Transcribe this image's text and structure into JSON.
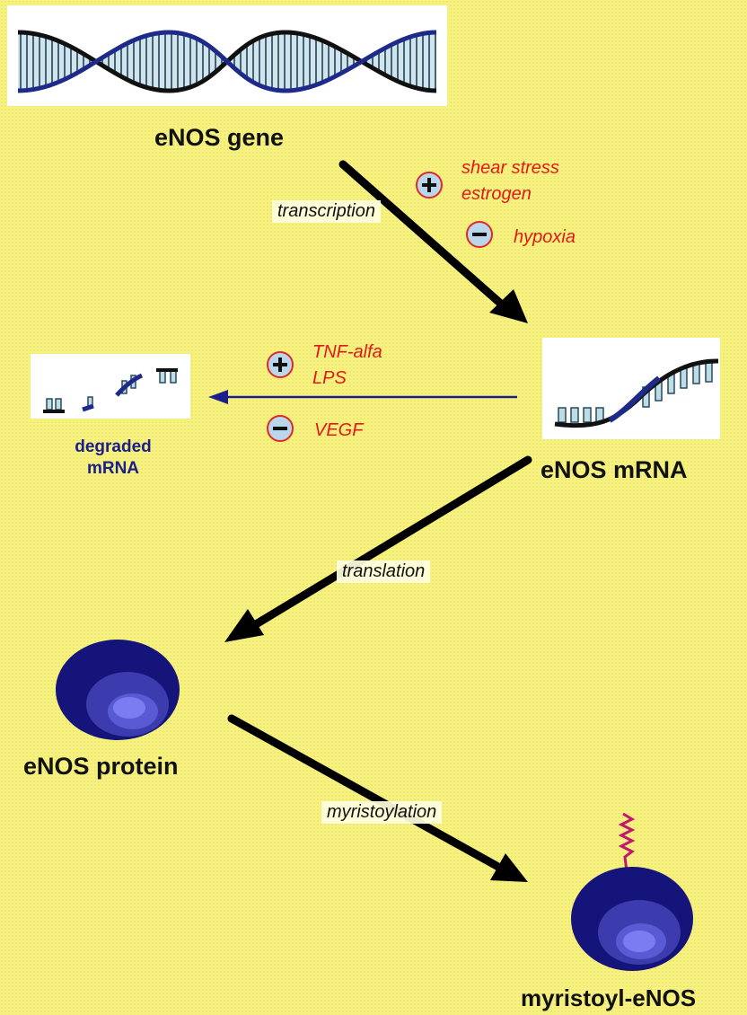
{
  "nodes": {
    "gene": {
      "label": "eNOS gene"
    },
    "mrna": {
      "label": "eNOS mRNA"
    },
    "degraded": {
      "label_line1": "degraded",
      "label_line2": "mRNA"
    },
    "protein": {
      "label": "eNOS protein"
    },
    "myristoyl": {
      "label": "myristoyl-eNOS"
    }
  },
  "processes": {
    "transcription": "transcription",
    "translation": "translation",
    "myristoylation": "myristoylation"
  },
  "regulators": {
    "transcription_up": [
      "shear stress",
      "estrogen"
    ],
    "transcription_down": [
      "hypoxia"
    ],
    "degradation_up": [
      "TNF-alfa",
      "LPS"
    ],
    "degradation_down": [
      "VEGF"
    ]
  },
  "colors": {
    "background": "#f7f17e",
    "arrow_main": "#000000",
    "arrow_degradation": "#1a1f8c",
    "regulator_text": "#e01a1a",
    "sign_fill": "#b9d6ea",
    "protein_dark": "#15157a",
    "protein_light": "#6a6ae8",
    "myristoyl_chain": "#c0186e"
  },
  "icons": {
    "plus": "plus-sign-icon",
    "minus": "minus-sign-icon",
    "dna": "dna-double-helix-icon",
    "mrna": "mrna-strand-icon",
    "protein": "protein-sphere-icon"
  }
}
